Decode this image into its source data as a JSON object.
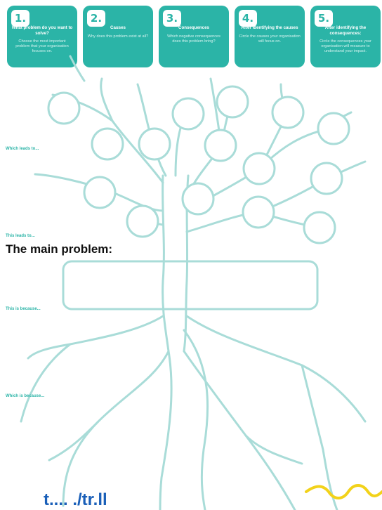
{
  "steps": [
    {
      "num": "1.",
      "title": "What problem do you want to solve?",
      "desc": "Choose the most important problem that your organisation focuses on."
    },
    {
      "num": "2.",
      "title": "Causes",
      "desc": "Why does this problem exist at all?"
    },
    {
      "num": "3.",
      "title": "Consequences",
      "desc": "Which negative consequences does this problem bring?"
    },
    {
      "num": "4.",
      "title": "After identifying the causes",
      "desc": "Circle the causes your organisation will focus on."
    },
    {
      "num": "5.",
      "title": "After identifying the consequences:",
      "desc": "Circle the consequences your organisation will measure to understand your impact."
    }
  ],
  "side_labels": {
    "leads_to": "Which leads to...",
    "this_leads_to": "This leads to...",
    "because": "This is because...",
    "which_because": "Which is because..."
  },
  "main_problem": "The main problem:",
  "footer_link": "t.... ./tr.ll",
  "colors": {
    "accent": "#2bb4a7",
    "tree": "#a9dcd8",
    "wave": "#f2d21a",
    "link": "#1a5fb8"
  }
}
